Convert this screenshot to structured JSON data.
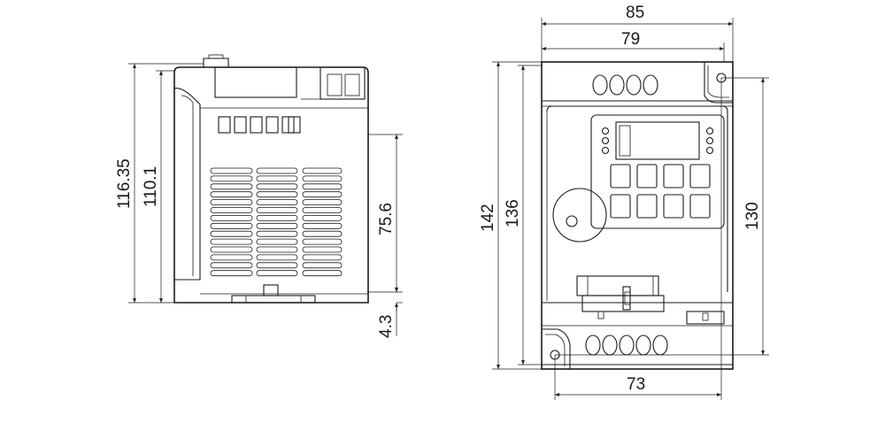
{
  "dimensions": {
    "side_height_total": "116.35",
    "side_height_body": "110.1",
    "side_depth_upper": "75.6",
    "side_depth_foot": "4.3",
    "front_width_total": "85",
    "front_width_body": "79",
    "front_width_mount": "73",
    "front_height_total": "142",
    "front_height_body": "136",
    "front_height_mount": "130"
  },
  "colors": {
    "line": "#1a1a1a",
    "background": "#ffffff"
  }
}
